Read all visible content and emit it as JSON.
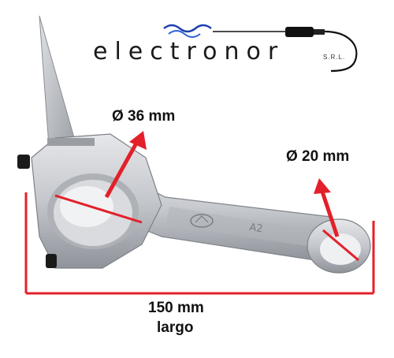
{
  "brand": {
    "name": "electronor",
    "suffix": "S.R.L.",
    "text_color": "#1a1a1a",
    "wave_color": "#1d3fb0",
    "pen_color": "#111111"
  },
  "labels": {
    "big_end_diameter": "Ø 36 mm",
    "small_end_diameter": "Ø 20 mm",
    "length": "150 mm",
    "length_word": "largo",
    "part_mark": "A2"
  },
  "colors": {
    "measure_line": "#e3202a",
    "metal_light": "#d7d9dc",
    "metal_mid": "#b9bcc1",
    "metal_dark": "#8c9096"
  },
  "icons": {
    "logo_waves": "wave-icon",
    "logo_pen": "soldering-pen-icon",
    "stamp": "logo-stamp-icon"
  }
}
